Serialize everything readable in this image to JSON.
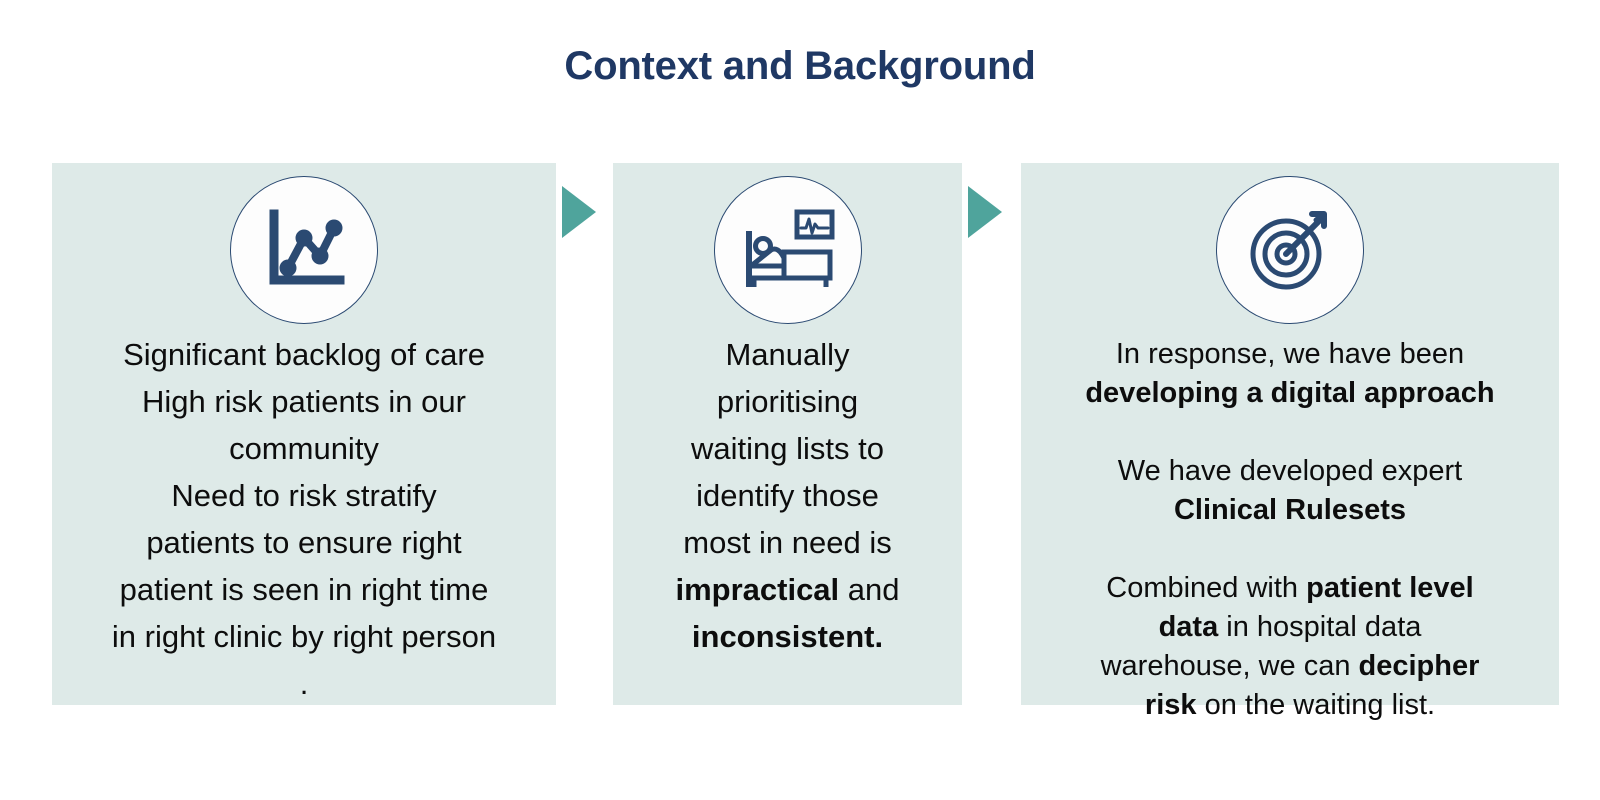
{
  "slide": {
    "title": "Context and Background",
    "title_color": "#1F3864",
    "background_color": "#FFFFFF",
    "panel_background_color": "#DEEAE8",
    "arrow_color": "#4FA49C",
    "icon_color": "#2B4A72",
    "body_text_color": "#0D0D0D"
  },
  "panels": [
    {
      "icon": "line-chart-icon",
      "lines": [
        {
          "text": "Significant backlog of care"
        },
        {
          "text": "High risk patients in our"
        },
        {
          "text": "community"
        },
        {
          "text": "Need to risk stratify"
        },
        {
          "text": "patients to ensure right"
        },
        {
          "text": "patient is seen in right time"
        },
        {
          "text": "in right clinic by right person"
        },
        {
          "text": "."
        }
      ]
    },
    {
      "icon": "hospital-bed-monitor-icon",
      "lines": [
        {
          "text": "Manually"
        },
        {
          "text": "prioritising"
        },
        {
          "text": "waiting lists to"
        },
        {
          "text": "identify those"
        },
        {
          "text": "most in need is"
        },
        {
          "plain_before": "",
          "bold": "impractical",
          "plain_after": " and"
        },
        {
          "bold": "inconsistent."
        }
      ]
    },
    {
      "icon": "target-arrow-icon",
      "lines": [
        {
          "text": "In response, we have been"
        },
        {
          "bold": "developing a digital approach"
        },
        {
          "spacer": true
        },
        {
          "text": "We have developed expert"
        },
        {
          "bold": "Clinical Rulesets"
        },
        {
          "spacer": true
        },
        {
          "plain_before": "Combined with ",
          "bold": "patient level"
        },
        {
          "bold": "data",
          "plain_after": " in hospital data"
        },
        {
          "plain_before": "warehouse, we can ",
          "bold": "decipher"
        },
        {
          "bold": "risk",
          "plain_after": " on the waiting list."
        }
      ]
    }
  ],
  "arrows": [
    {
      "name": "arrow-panel1-to-panel2"
    },
    {
      "name": "arrow-panel2-to-panel3"
    }
  ]
}
